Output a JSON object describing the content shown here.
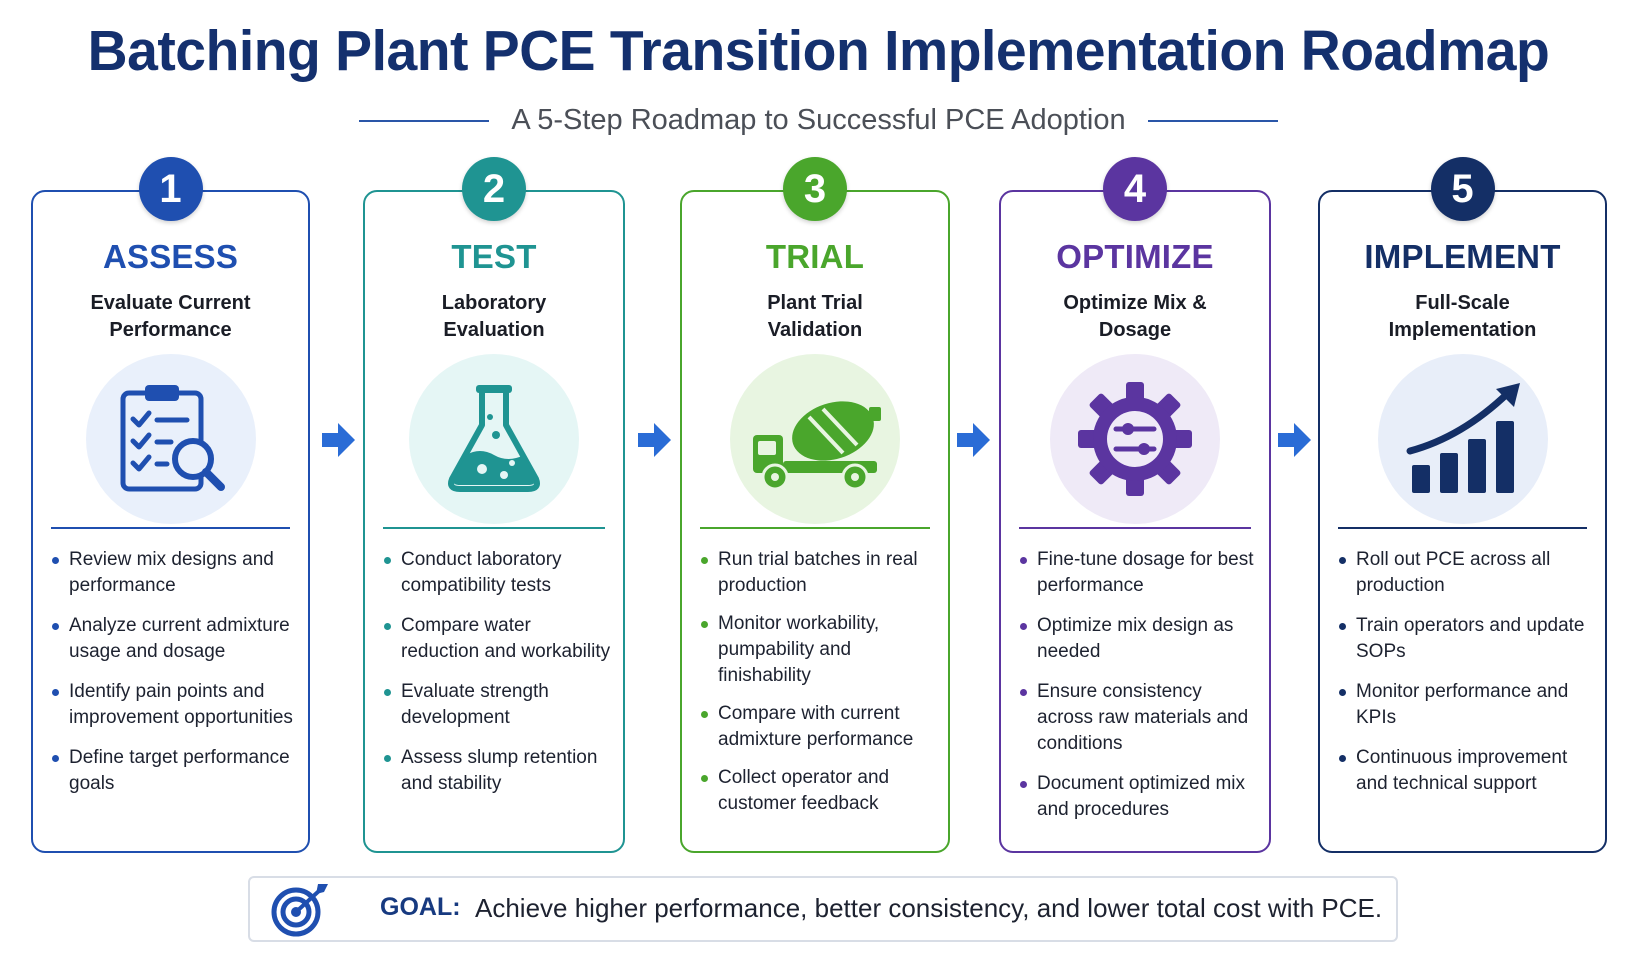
{
  "title": "Batching Plant PCE Transition Implementation Roadmap",
  "subtitle": "A 5-Step Roadmap to Successful PCE Adoption",
  "colors": {
    "title": "#14306e",
    "step1": "#1f4fb0",
    "step2": "#1f9492",
    "step3": "#4aa62c",
    "step4": "#5b35a0",
    "step5": "#142f66",
    "arrow": "#2a6cd6"
  },
  "steps": [
    {
      "number": "1",
      "name": "ASSESS",
      "subtitle_line1": "Evaluate Current",
      "subtitle_line2": "Performance",
      "icon": "clipboard-magnifier-icon",
      "bullets": [
        "Review mix designs and performance",
        "Analyze current admixture usage and dosage",
        "Identify pain points and improvement opportunities",
        "Define target performance goals"
      ]
    },
    {
      "number": "2",
      "name": "TEST",
      "subtitle_line1": "Laboratory",
      "subtitle_line2": "Evaluation",
      "icon": "flask-icon",
      "bullets": [
        "Conduct laboratory compatibility tests",
        "Compare water reduction and workability",
        "Evaluate strength development",
        "Assess slump retention and stability"
      ]
    },
    {
      "number": "3",
      "name": "TRIAL",
      "subtitle_line1": "Plant Trial",
      "subtitle_line2": "Validation",
      "icon": "mixer-truck-icon",
      "bullets": [
        "Run trial batches in real production",
        "Monitor workability, pumpability and finishability",
        "Compare with current admixture performance",
        "Collect operator and customer feedback"
      ]
    },
    {
      "number": "4",
      "name": "OPTIMIZE",
      "subtitle_line1": "Optimize Mix &",
      "subtitle_line2": "Dosage",
      "icon": "gear-sliders-icon",
      "bullets": [
        "Fine-tune dosage for best performance",
        "Optimize mix design as needed",
        "Ensure consistency across raw materials and conditions",
        "Document optimized mix and procedures"
      ]
    },
    {
      "number": "5",
      "name": "IMPLEMENT",
      "subtitle_line1": "Full-Scale",
      "subtitle_line2": "Implementation",
      "icon": "growth-chart-icon",
      "bullets": [
        "Roll out PCE across all production",
        "Train operators and update SOPs",
        "Monitor performance and KPIs",
        "Continuous improvement and technical support"
      ]
    }
  ],
  "goal": {
    "label": "GOAL:",
    "text": "Achieve higher performance, better consistency, and lower total cost with PCE.",
    "icon": "target-icon"
  }
}
